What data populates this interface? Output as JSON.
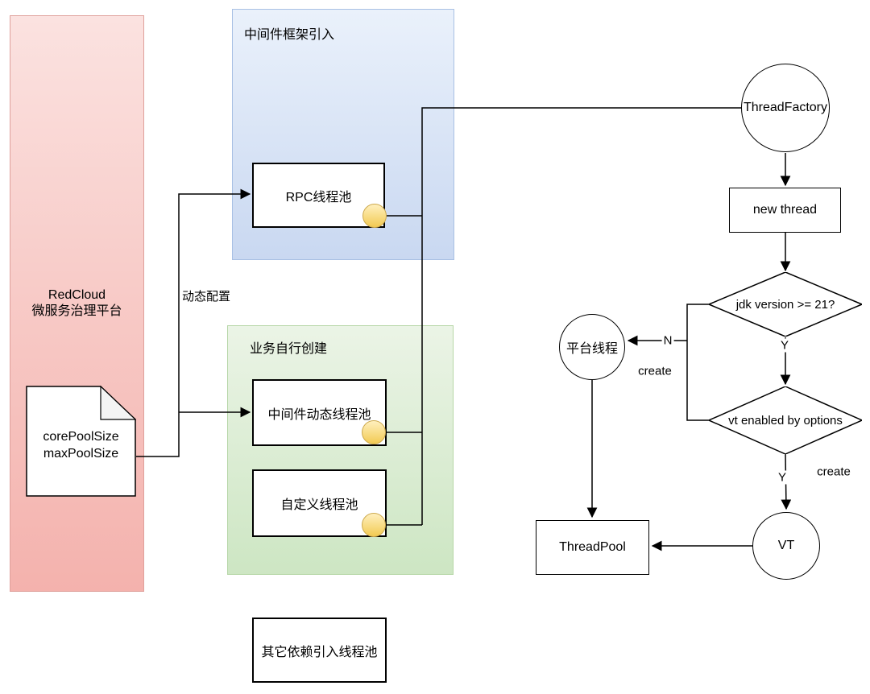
{
  "panels": {
    "platform": {
      "line1": "RedCloud",
      "line2": "微服务治理平台"
    },
    "middleware_framework": {
      "title": "中间件框架引入"
    },
    "business_created": {
      "title": "业务自行创建"
    }
  },
  "nodes": {
    "config_doc": {
      "line1": "corePoolSize",
      "line2": "maxPoolSize"
    },
    "rpc_pool": {
      "label": "RPC线程池"
    },
    "middleware_dynamic_pool": {
      "label": "中间件动态线程池"
    },
    "custom_pool": {
      "label": "自定义线程池"
    },
    "other_dependency_pool": {
      "label": "其它依赖引入线程池"
    },
    "thread_factory": {
      "label": "ThreadFactory"
    },
    "new_thread": {
      "label": "new thread"
    },
    "jdk_version_check": {
      "label": "jdk version >= 21?"
    },
    "vt_enabled_check": {
      "label": "vt enabled by options"
    },
    "platform_thread": {
      "label": "平台线程"
    },
    "vt": {
      "label": "VT"
    },
    "thread_pool": {
      "label": "ThreadPool"
    }
  },
  "edge_labels": {
    "dynamic_config": "动态配置",
    "jdk_no": "N",
    "jdk_yes": "Y",
    "vt_yes": "Y",
    "create_platform": "create",
    "create_vt": "create"
  },
  "colors": {
    "pink-top": "#FBE2E0",
    "pink-bottom": "#F4B2AD",
    "pink-border": "#DFA09B",
    "blue-top": "#EAF1FB",
    "blue-bottom": "#C9D8F1",
    "blue-border": "#A8C0E4",
    "green-top": "#EBF4E6",
    "green-bottom": "#CDE6C3",
    "green-border": "#B7D7A8",
    "dot-top": "#FFF0BE",
    "dot-bottom": "#F2CA53",
    "dot-border": "#CDA94D",
    "line": "#000000"
  }
}
